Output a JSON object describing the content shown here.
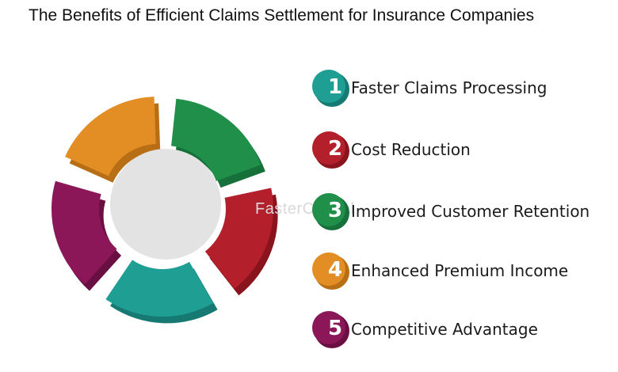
{
  "title": "The Benefits of Efficient Claims Settlement for Insurance Companies",
  "watermark": "FasterCapital",
  "segments": [
    {
      "color": "#1f8f4a",
      "side": "#16703a"
    },
    {
      "color": "#b31f2a",
      "side": "#8a141d"
    },
    {
      "color": "#1f9e94",
      "side": "#167a72"
    },
    {
      "color": "#8c1758",
      "side": "#6a0f42"
    },
    {
      "color": "#e38e24",
      "side": "#b86e14"
    }
  ],
  "hub_color": "#e3e3e3",
  "items": [
    {
      "number": "1",
      "label": "Faster Claims Processing",
      "color": "#1f9e94",
      "dark": "#167a72"
    },
    {
      "number": "2",
      "label": "Cost Reduction",
      "color": "#b31f2a",
      "dark": "#8a141d"
    },
    {
      "number": "3",
      "label": "Improved Customer Retention",
      "color": "#1f8f4a",
      "dark": "#16703a"
    },
    {
      "number": "4",
      "label": "Enhanced Premium Income",
      "color": "#e38e24",
      "dark": "#b86e14"
    },
    {
      "number": "5",
      "label": "Competitive Advantage",
      "color": "#8c1758",
      "dark": "#6a0f42"
    }
  ]
}
